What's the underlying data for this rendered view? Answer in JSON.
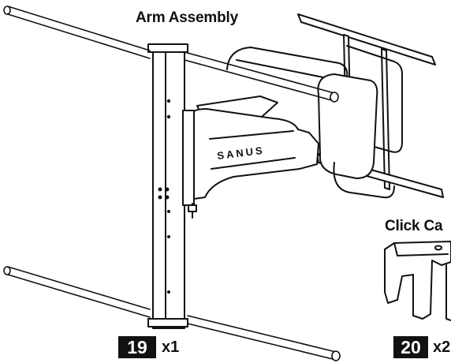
{
  "titles": {
    "arm_assembly": "Arm Assembly",
    "click_cap": "Click Ca"
  },
  "parts": [
    {
      "number": "19",
      "quantity": "x1"
    },
    {
      "number": "20",
      "quantity": "x2"
    }
  ],
  "brand": "SANUS",
  "colors": {
    "line": "#111111",
    "background": "#ffffff",
    "badge": "#111111"
  }
}
